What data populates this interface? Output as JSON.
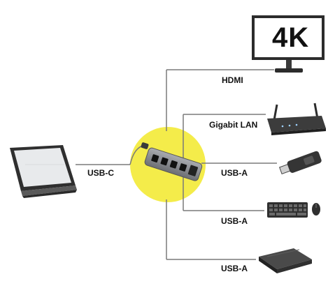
{
  "colors": {
    "accent": "#f4ec4a",
    "line": "#7a7a7a",
    "device": "#3c3c3c"
  },
  "monitor": {
    "resolution": "4K"
  },
  "laptop": {
    "port_label": "USB-C"
  },
  "connections": [
    {
      "label": "HDMI",
      "device": "monitor-icon"
    },
    {
      "label": "Gigabit LAN",
      "device": "router-icon"
    },
    {
      "label": "USB-A",
      "device": "usb-stick-icon"
    },
    {
      "label": "USB-A",
      "device": "keyboard-mouse-icon"
    },
    {
      "label": "USB-A",
      "device": "external-drive-icon"
    }
  ]
}
